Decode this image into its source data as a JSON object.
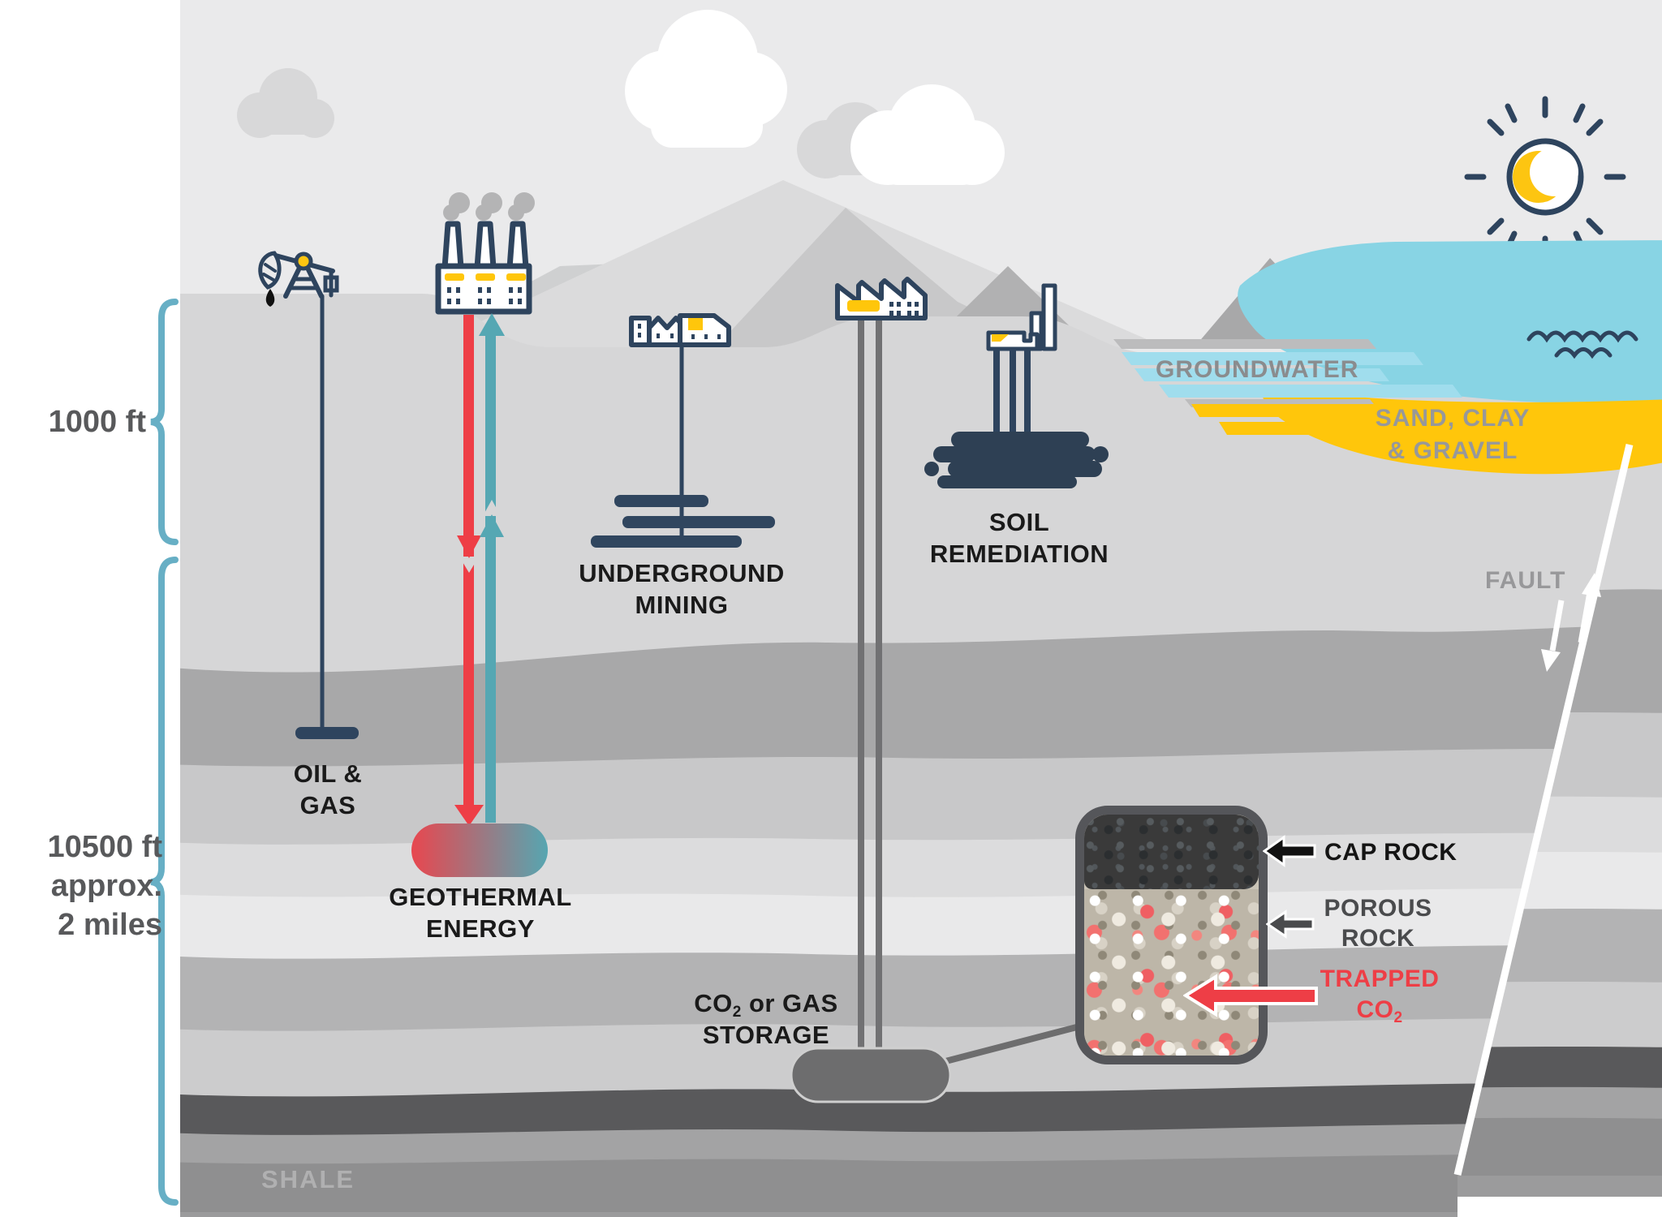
{
  "scale": {
    "top": {
      "label": "1000 ft"
    },
    "bottom": {
      "line1": "10500 ft",
      "line2": "approx.",
      "line3": "2 miles"
    }
  },
  "surface": {
    "groundwater": "GROUNDWATER",
    "sand_line1": "SAND, CLAY",
    "sand_line2": "& GRAVEL",
    "fault": "FAULT"
  },
  "activities": {
    "oil_line1": "OIL &",
    "oil_line2": "GAS",
    "mining_line1": "UNDERGROUND",
    "mining_line2": "MINING",
    "soil_line1": "SOIL",
    "soil_line2": "REMEDIATION",
    "geo_line1": "GEOTHERMAL",
    "geo_line2": "ENERGY",
    "storage_prefix": "CO",
    "storage_sub": "2",
    "storage_suffix": " or GAS",
    "storage_line2": "STORAGE"
  },
  "inset": {
    "cap_rock": "CAP ROCK",
    "porous_line1": "POROUS",
    "porous_line2": "ROCK",
    "trapped_line1": "TRAPPED",
    "trapped_prefix": "CO",
    "trapped_sub": "2"
  },
  "strata": {
    "shale": "SHALE"
  },
  "icons": {
    "sun": "sun-icon",
    "clouds": "cloud-icon",
    "pumpjack": "pumpjack-icon",
    "geothermal_factory": "factory-icon",
    "city_buildings": "city-buildings-icon",
    "storage_factory": "sawtooth-factory-icon",
    "treatment_plant": "treatment-plant-icon",
    "waves": "waves-icon"
  },
  "colors": {
    "navy": "#2e445e",
    "red": "#ee3e46",
    "teal_arrow": "#55a7b3",
    "yellow": "#ffc60b",
    "water": "#88d4e4",
    "stripe_blue": "#a0dded",
    "brace_teal": "#67afc5",
    "dark_band": "#58585a",
    "reservoir_gray": "#6d6d6e"
  }
}
